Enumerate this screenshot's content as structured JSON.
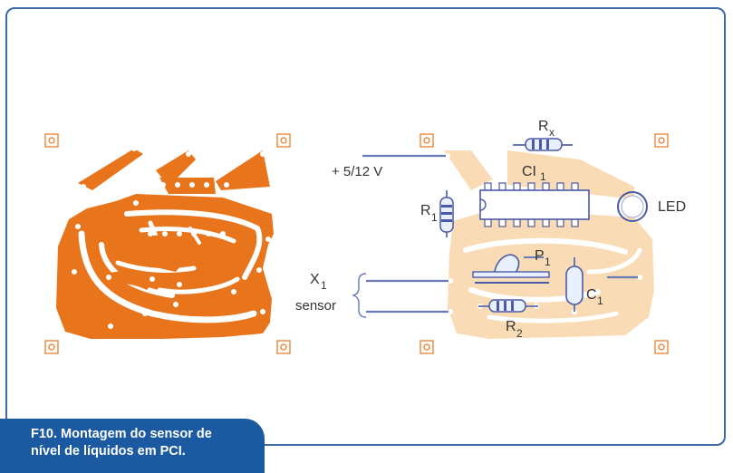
{
  "caption": {
    "line1": "F10. Montagem do sensor de",
    "line2": "nível de líquidos em PCI."
  },
  "labels": {
    "supply": "+ 5/12 V",
    "rx_main": "R",
    "rx_sub": "x",
    "ci_main": "CI",
    "ci_sub": "1",
    "r1_main": "R",
    "r1_sub": "1",
    "led": "LED",
    "p1_main": "P",
    "p1_sub": "1",
    "x1_main": "X",
    "x1_sub": "1",
    "sensor": "sensor",
    "c1_main": "C",
    "c1_sub": "1",
    "r2_main": "R",
    "r2_sub": "2"
  },
  "colors": {
    "frame": "#3b6aa6",
    "caption_bg": "#1b5aa0",
    "copper": "#e8741c",
    "silkscreen_pcb": "#f9dcb5",
    "text": "#333333"
  }
}
